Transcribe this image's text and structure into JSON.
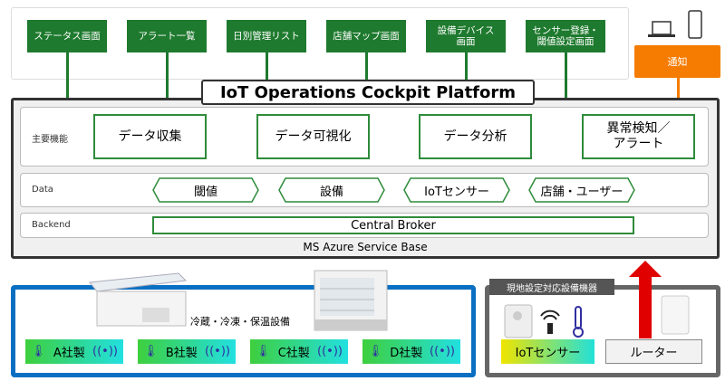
{
  "screens": [
    "ステータス画面",
    "アラート一覧",
    "日別管理リスト",
    "店舗マップ画面",
    "設備デバイス\n画面",
    "センサー登録・\n閾値設定画面"
  ],
  "notify": "通知",
  "platform_title": "IoT Operations Cockpit Platform",
  "rows": {
    "functions": {
      "label": "主要機能",
      "items": [
        "データ収集",
        "データ可視化",
        "データ分析",
        "異常検知／\nアラート"
      ]
    },
    "data": {
      "label": "Data",
      "items": [
        "閾値",
        "設備",
        "IoTセンサー",
        "店舗・ユーザー"
      ]
    },
    "backend": {
      "label": "Backend",
      "broker": "Central Broker"
    }
  },
  "base": "MS Azure Service Base",
  "equipment": {
    "label": "冷蔵・冷凍・保温設備",
    "makers": [
      "A社製",
      "B社製",
      "C社製",
      "D社製"
    ]
  },
  "onsite": {
    "label": "現地設定対応設備機器",
    "sensor": "IoTセンサー",
    "router": "ルーター"
  },
  "colors": {
    "green": "#1e7a2e",
    "orange": "#f57c00",
    "blue": "#0a6fc2",
    "red": "#e00000"
  }
}
